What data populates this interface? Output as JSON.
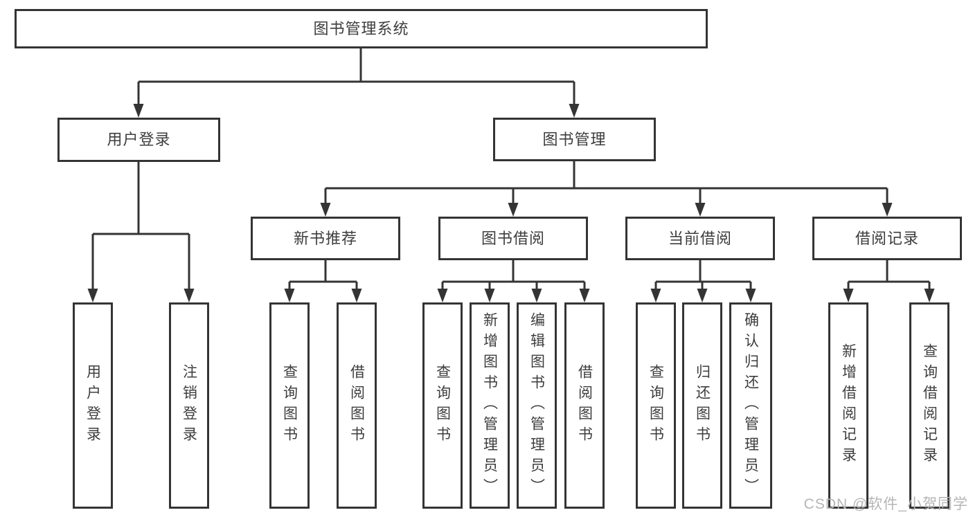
{
  "colors": {
    "background": "#ffffff",
    "box_border": "#343434",
    "connector_line": "#343434",
    "text": "#3d3d3d",
    "watermark": "#b5b5b5"
  },
  "diagram": {
    "type": "hierarchy-tree",
    "root": "图书管理系统",
    "children": [
      {
        "label": "用户登录",
        "children": [
          {
            "label": "用户登录"
          },
          {
            "label": "注销登录"
          }
        ]
      },
      {
        "label": "图书管理",
        "children": [
          {
            "label": "新书推荐",
            "children": [
              {
                "label": "查询图书"
              },
              {
                "label": "借阅图书"
              }
            ]
          },
          {
            "label": "图书借阅",
            "children": [
              {
                "label": "查询图书"
              },
              {
                "label": "新增图书（管理员）"
              },
              {
                "label": "编辑图书（管理员）"
              },
              {
                "label": "借阅图书"
              }
            ]
          },
          {
            "label": "当前借阅",
            "children": [
              {
                "label": "查询图书"
              },
              {
                "label": "归还图书"
              },
              {
                "label": "确认归还（管理员）"
              }
            ]
          },
          {
            "label": "借阅记录",
            "children": [
              {
                "label": "新增借阅记录"
              },
              {
                "label": "查询借阅记录"
              }
            ]
          }
        ]
      }
    ]
  },
  "watermark": {
    "text": "CSDN @软件_小贺同学"
  }
}
